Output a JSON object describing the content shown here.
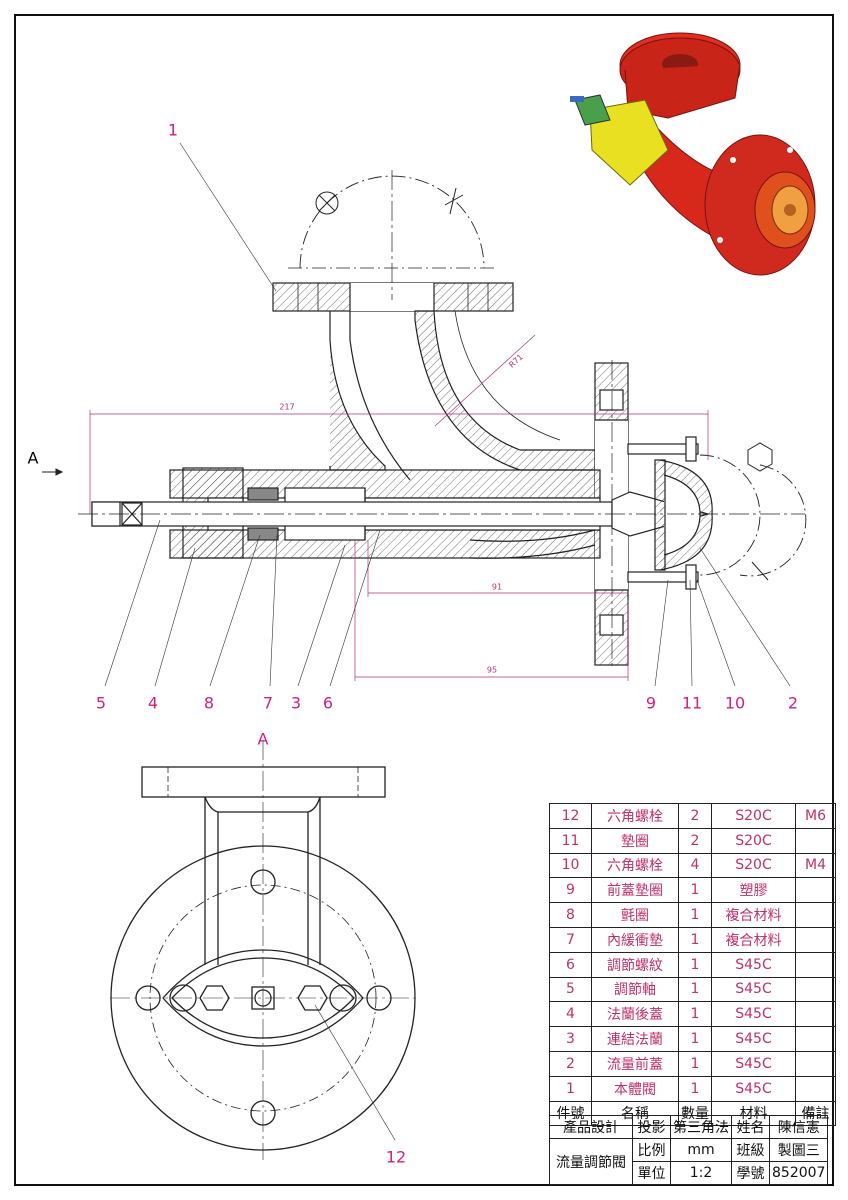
{
  "callouts": [
    "1",
    "5",
    "4",
    "8",
    "7",
    "3",
    "6",
    "9",
    "11",
    "10",
    "2",
    "12"
  ],
  "view_labels": {
    "arrow_a": "A",
    "section_a": "A"
  },
  "dimensions": {
    "radius": "R71",
    "overall": "217",
    "d91": "91",
    "d95": "95"
  },
  "bom": {
    "rows": [
      {
        "no": "12",
        "name": "六角螺栓",
        "qty": "2",
        "material": "S20C",
        "note": "M6"
      },
      {
        "no": "11",
        "name": "墊圈",
        "qty": "2",
        "material": "S20C",
        "note": ""
      },
      {
        "no": "10",
        "name": "六角螺栓",
        "qty": "4",
        "material": "S20C",
        "note": "M4"
      },
      {
        "no": "9",
        "name": "前蓋墊圈",
        "qty": "1",
        "material": "塑膠",
        "note": ""
      },
      {
        "no": "8",
        "name": "氈圈",
        "qty": "1",
        "material": "複合材料",
        "note": ""
      },
      {
        "no": "7",
        "name": "內緩衝墊",
        "qty": "1",
        "material": "複合材料",
        "note": ""
      },
      {
        "no": "6",
        "name": "調節螺紋",
        "qty": "1",
        "material": "S45C",
        "note": ""
      },
      {
        "no": "5",
        "name": "調節軸",
        "qty": "1",
        "material": "S45C",
        "note": ""
      },
      {
        "no": "4",
        "name": "法蘭後蓋",
        "qty": "1",
        "material": "S45C",
        "note": ""
      },
      {
        "no": "3",
        "name": "連結法蘭",
        "qty": "1",
        "material": "S45C",
        "note": ""
      },
      {
        "no": "2",
        "name": "流量前蓋",
        "qty": "1",
        "material": "S45C",
        "note": ""
      },
      {
        "no": "1",
        "name": "本體閥",
        "qty": "1",
        "material": "S45C",
        "note": ""
      }
    ],
    "header": {
      "no": "件號",
      "name": "名稱",
      "qty": "數量",
      "material": "材料",
      "note": "備註"
    }
  },
  "title_block": {
    "design": "產品設計",
    "part_name": "流量調節閥",
    "projection_label": "投影",
    "projection_value": "第三角法",
    "name_label": "姓名",
    "name_value": "陳信憲",
    "scale_label": "比例",
    "scale_value": "mm",
    "class_label": "班級",
    "class_value": "製圖三",
    "unit_label": "單位",
    "unit_value": "1:2",
    "id_label": "學號",
    "id_value": "852007"
  },
  "colors": {
    "callout": "#d4207a",
    "body_red": "#d8281c",
    "yellow": "#e8e020",
    "orange": "#e08a3c"
  }
}
